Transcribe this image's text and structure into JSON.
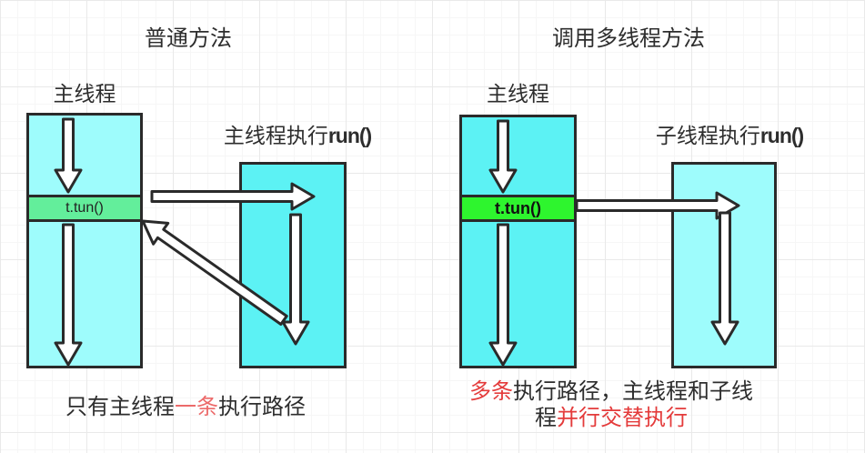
{
  "colors": {
    "outline": "#2a2a2a",
    "grid_minor": "#f6f6f6",
    "grid_major": "#e9e9e9",
    "cyan_bright": "#5cf2f4",
    "cyan_pale": "#9efcfc",
    "green_soft": "#63ee9b",
    "green_vivid": "#2ef52e",
    "red_soft": "#ec6a6a",
    "red_vivid": "#e43b3b",
    "text_dark": "#2d2d2d"
  },
  "left_panel": {
    "title": "普通方法",
    "thread_label": "主线程",
    "method_call": "t.tun()",
    "run_label_prefix": "主线程执行",
    "run_label_method": "run()",
    "caption_pre": "只有主线程",
    "caption_highlight": "一条",
    "caption_post": "执行路径"
  },
  "right_panel": {
    "title": "调用多线程方法",
    "thread_label": "主线程",
    "method_call": "t.tun()",
    "run_label_prefix": "子线程执行",
    "run_label_method": "run()",
    "caption_highlight1": "多条",
    "caption_mid": "执行路径，主线程和子线",
    "caption_wrap": "程",
    "caption_highlight2": "并行交替执行"
  }
}
